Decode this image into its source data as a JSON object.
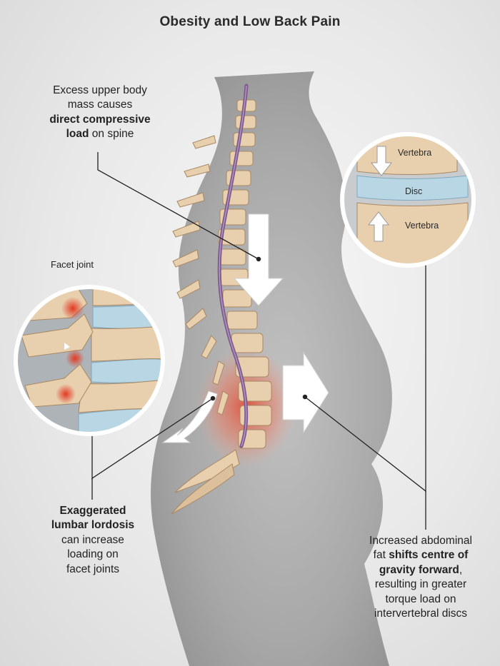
{
  "title": "Obesity and Low Back Pain",
  "labels": {
    "compressive": {
      "line1": "Excess upper body",
      "line2": "mass causes",
      "bold": "direct compressive",
      "bold2": "load",
      "tail": " on spine"
    },
    "facet_joint": "Facet joint",
    "lordosis": {
      "bold1": "Exaggerated",
      "bold2": "lumbar lordosis",
      "line3": "can increase",
      "line4": "loading on",
      "line5": "facet joints"
    },
    "abdominal": {
      "line1": "Increased abdominal",
      "pre": "fat ",
      "bold1": "shifts centre of",
      "bold2": "gravity forward",
      "comma": ",",
      "line4": "resulting in greater",
      "line5": "torque load on",
      "line6": "intervertebral discs"
    }
  },
  "disc_inset": {
    "top": "Vertebra",
    "middle": "Disc",
    "bottom": "Vertebra"
  },
  "colors": {
    "body": "#9a9a9a",
    "bone": "#e8cfae",
    "disc": "#b9d6e4",
    "nerve": "#7d5a8c",
    "inflammation": "#e2452e",
    "arrow": "#ffffff"
  }
}
